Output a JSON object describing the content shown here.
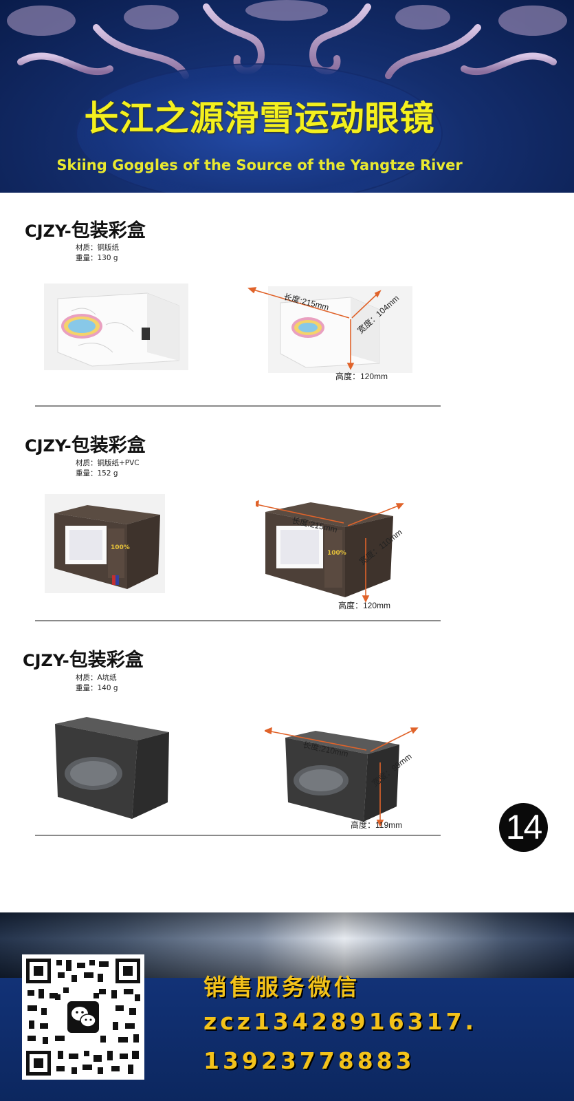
{
  "header": {
    "title_cn": "长江之源滑雪运动眼镜",
    "title_en": "Skiing Goggles of the Source of the Yangtze River"
  },
  "sections": [
    {
      "code": "CJZY-",
      "name": "包装彩盒",
      "material": "材质：铜版纸",
      "weight": "重量：130 g",
      "box_color": "white",
      "dims": {
        "length": "长度:215mm",
        "width": "宽度：104mm",
        "height": "高度：120mm"
      }
    },
    {
      "code": "CJZY-",
      "name": "包装彩盒",
      "material": "材质：铜版纸+PVC",
      "weight": "重量：152 g",
      "box_color": "brown-window",
      "dims": {
        "length": "长度:215mm",
        "width": "宽度：110mm",
        "height": "高度：120mm"
      }
    },
    {
      "code": "CJZY-",
      "name": "包装彩盒",
      "material": "材质：A坑纸",
      "weight": "重量：140 g",
      "box_color": "black",
      "dims": {
        "length": "长度:210mm",
        "width": "宽度：99mm",
        "height": "高度：119mm"
      }
    }
  ],
  "page_number": "14",
  "footer": {
    "line1": "销售服务微信",
    "line2": "zcz13428916317.",
    "line3": "13923778883",
    "accent_color": "#f3c21a"
  },
  "icons": [
    "qr-code-icon",
    "wechat-icon"
  ]
}
